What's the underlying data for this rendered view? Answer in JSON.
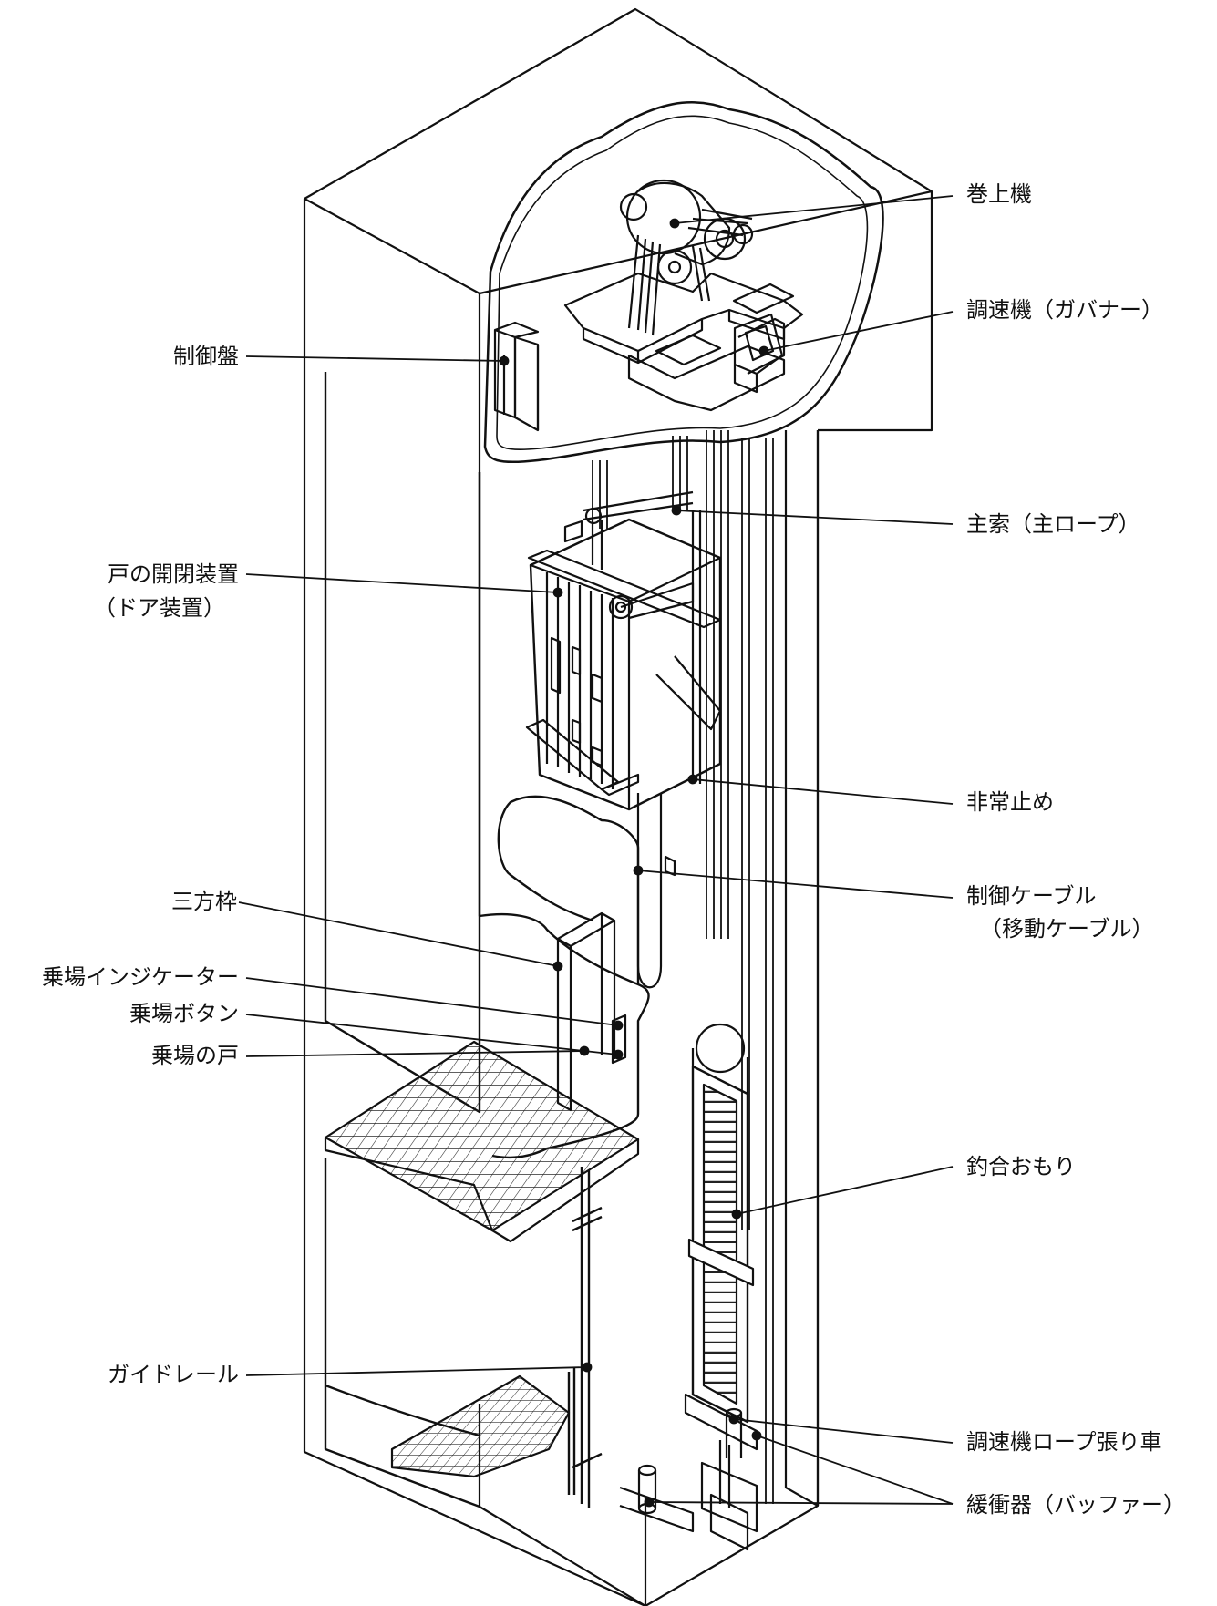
{
  "colors": {
    "line": "#111111",
    "background": "#ffffff",
    "grid": "#222222"
  },
  "labels": {
    "machine": "巻上機",
    "governor": "調速機（ガバナー）",
    "control_panel": "制御盤",
    "main_rope": "主索（主ロープ）",
    "door_operator": "戸の開閉装置",
    "door_operator_sub": "（ドア装置）",
    "safety": "非常止め",
    "control_cable": "制御ケーブル",
    "control_cable_sub": "（移動ケーブル）",
    "jamb": "三方枠",
    "hall_indicator": "乗場インジケーター",
    "hall_button": "乗場ボタン",
    "hall_door": "乗場の戸",
    "counterweight": "釣合おもり",
    "guide_rail": "ガイドレール",
    "governor_tension": "調速機ロープ張り車",
    "buffer": "緩衝器（バッファー）"
  }
}
